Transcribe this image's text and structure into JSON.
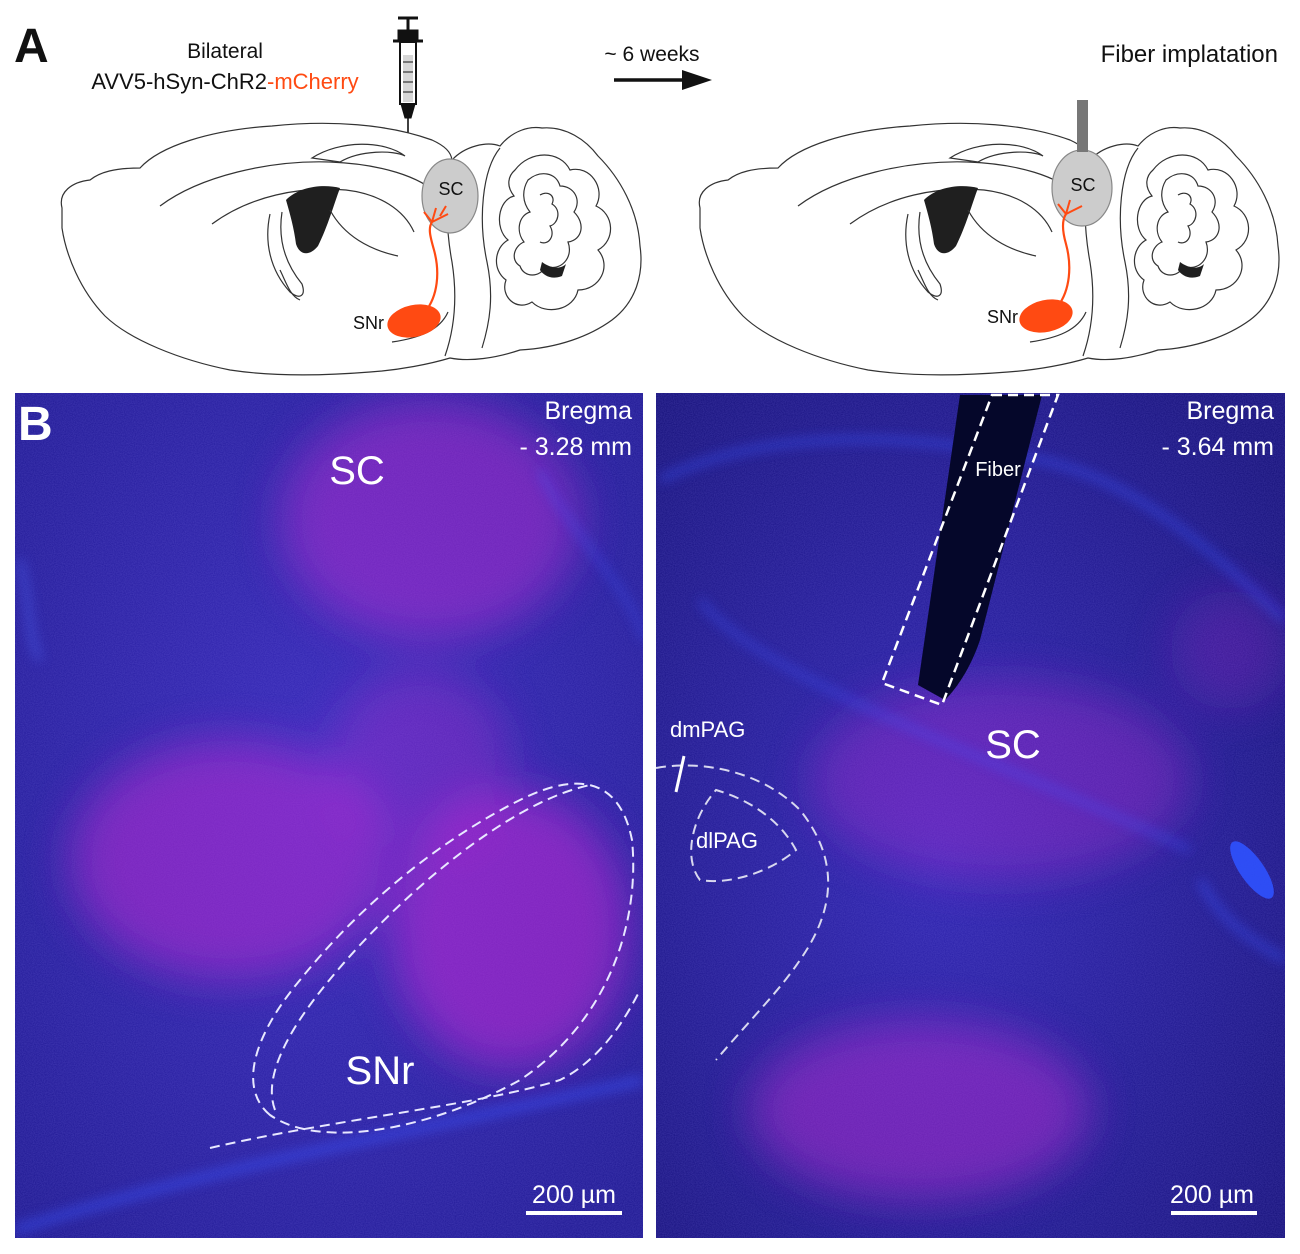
{
  "panel_a": {
    "letter": "A",
    "injection": {
      "line1": "Bilateral",
      "line2_prefix": "AVV5-hSyn-ChR2",
      "line2_highlight": "-mCherry"
    },
    "arrow_label": "~ 6 weeks",
    "fiber_label": "Fiber implatation",
    "brain_labels": {
      "sc": "SC",
      "snr": "SNr"
    },
    "colors": {
      "expression": "#ff4a12",
      "sc_fill": "#cccccc",
      "ventricle": "#1f1f1f"
    }
  },
  "panel_b": {
    "letter": "B",
    "left": {
      "bregma_title": "Bregma",
      "bregma_value": "- 3.28 mm",
      "label_sc": "SC",
      "label_snr": "SNr",
      "scale_bar": "200 µm"
    },
    "right": {
      "bregma_title": "Bregma",
      "bregma_value": "- 3.64 mm",
      "label_fiber": "Fiber",
      "label_sc": "SC",
      "label_dmpag": "dmPAG",
      "label_dlpag": "dlPAG",
      "scale_bar": "200 µm"
    },
    "colors": {
      "dapi": "#2b1fa8",
      "mcherry": "#c42bd6"
    }
  }
}
